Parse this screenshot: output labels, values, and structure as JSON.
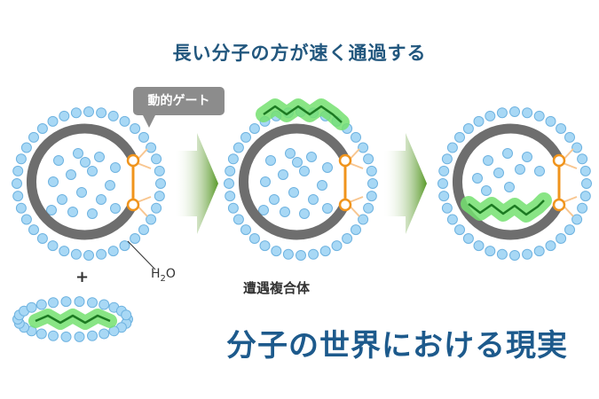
{
  "header": {
    "title": "長い分子の方が速く通過する"
  },
  "labels": {
    "gate": "動的ゲート",
    "water_main": "H",
    "water_sub": "2",
    "water_tail": "O",
    "complex": "遭遇複合体",
    "plus": "+"
  },
  "footer": {
    "text": "分子の世界における現実"
  },
  "colors": {
    "ring": "#6e6e6e",
    "bead_fill": "#a8d8f5",
    "bead_stroke": "#6fb3e0",
    "gate": "#f0941c",
    "gate_light": "#f8c690",
    "molecule": "#1c7a22",
    "molecule_glow": "#74e070",
    "arrow": "#5a9a2a",
    "title": "#22577e"
  },
  "icons": {
    "arrow": "right-arrow-icon"
  }
}
